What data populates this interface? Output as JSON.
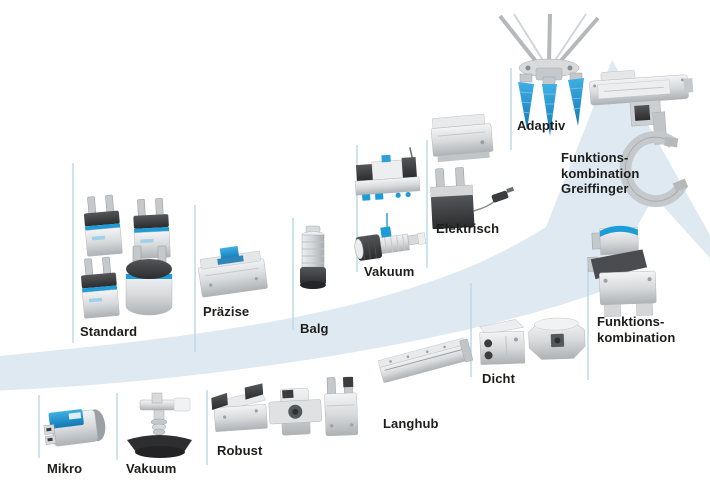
{
  "diagram": {
    "kind": "gripper-product-roadmap",
    "arrow_color": "#dfe9f2",
    "divider_color": "#bdd8ea",
    "label_color": "#1d1d1b",
    "accent_blue": "#1e9cd8",
    "dark_gray": "#3a3c3e",
    "metal_silver": "#d8dadc"
  },
  "categories": [
    {
      "id": "standard",
      "label": "Standard"
    },
    {
      "id": "praezise",
      "label": "Präzise"
    },
    {
      "id": "balg",
      "label": "Balg"
    },
    {
      "id": "vakuum-mitte",
      "label": "Vakuum"
    },
    {
      "id": "elektrisch",
      "label": "Elektrisch"
    },
    {
      "id": "adaptiv",
      "label": "Adaptiv"
    },
    {
      "id": "funktionskombination-greiffinger",
      "label_lines": [
        "Funktions-",
        "kombination",
        "Greiffinger"
      ]
    },
    {
      "id": "funktionskombination",
      "label_lines": [
        "Funktions-",
        "kombination"
      ]
    },
    {
      "id": "dicht",
      "label": "Dicht"
    },
    {
      "id": "langhub",
      "label": "Langhub"
    },
    {
      "id": "robust",
      "label": "Robust"
    },
    {
      "id": "vakuum-unten",
      "label": "Vakuum"
    },
    {
      "id": "mikro",
      "label": "Mikro"
    }
  ]
}
